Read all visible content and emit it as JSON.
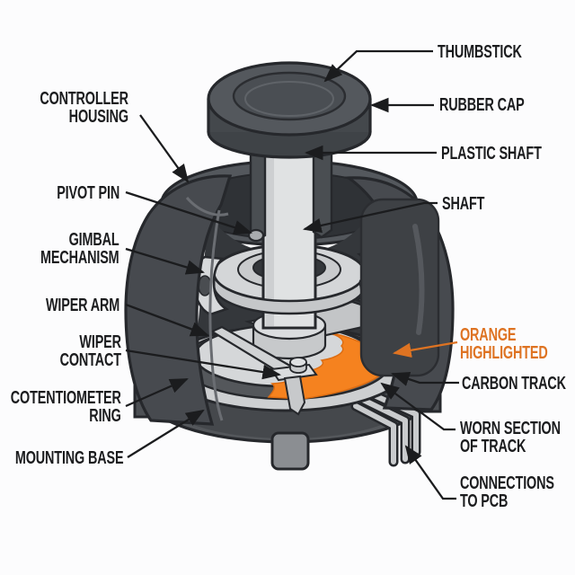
{
  "title": "Thumbstick potentiometer cutaway diagram",
  "colors": {
    "background": "#FCFCFD",
    "label_text": "#1B1C1E",
    "leader_line": "#1B1C1E",
    "accent_orange_label": "#DE7322",
    "worn_track_orange": "#F5821F",
    "housing_dark": "#474A4F",
    "interior_dark": "#34373B",
    "metal_light": "#D5D7D9",
    "shaft_light": "#E0E2E3",
    "base_grey": "#54575B"
  },
  "labels": {
    "left": [
      {
        "id": "controller-housing",
        "lines": [
          "CONTROLLER",
          "HOUSING"
        ]
      },
      {
        "id": "pivot-pin",
        "lines": [
          "PIVOT PIN"
        ]
      },
      {
        "id": "gimbal-mechanism",
        "lines": [
          "GIMBAL",
          "MECHANISM"
        ]
      },
      {
        "id": "wiper-arm",
        "lines": [
          "WIPER ARM"
        ]
      },
      {
        "id": "wiper-contact",
        "lines": [
          "WIPER",
          "CONTACT"
        ]
      },
      {
        "id": "cotentiometer-ring",
        "lines": [
          "COTENTIOMETER",
          "RING"
        ]
      },
      {
        "id": "mounting-base",
        "lines": [
          "MOUNTING BASE"
        ]
      }
    ],
    "right": [
      {
        "id": "thumbstick",
        "lines": [
          "THUMBSTICK"
        ]
      },
      {
        "id": "rubber-cap",
        "lines": [
          "RUBBER CAP"
        ]
      },
      {
        "id": "plastic-shaft",
        "lines": [
          "PLASTIC SHAFT"
        ]
      },
      {
        "id": "shaft",
        "lines": [
          "SHAFT"
        ]
      },
      {
        "id": "orange-highlighted",
        "lines": [
          "ORANGE",
          "HIGHLIGHTED"
        ]
      },
      {
        "id": "carbon-track",
        "lines": [
          "CARBON TRACK"
        ]
      },
      {
        "id": "worn-section",
        "lines": [
          "WORN SECTION",
          "OF TRACK"
        ]
      },
      {
        "id": "connections-pcb",
        "lines": [
          "CONNECTIONS",
          "TO PCB"
        ]
      }
    ]
  }
}
